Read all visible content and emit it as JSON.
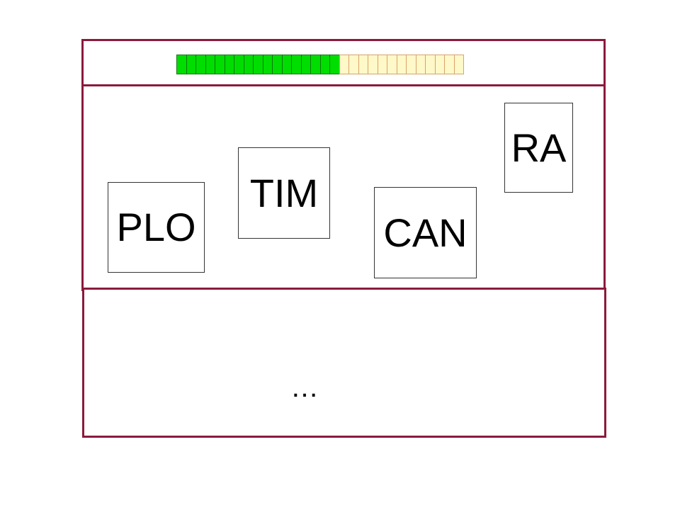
{
  "progress": {
    "filled": 17,
    "total": 30
  },
  "cards": [
    {
      "id": "plo",
      "label": "PLO"
    },
    {
      "id": "tim",
      "label": "TIM"
    },
    {
      "id": "can",
      "label": "CAN"
    },
    {
      "id": "ra",
      "label": "RA"
    }
  ],
  "bottom": {
    "ellipsis": "…"
  },
  "colors": {
    "frame": "#8b1a3c",
    "filled_cell": "#00dd00",
    "empty_cell": "#fff8c8"
  }
}
